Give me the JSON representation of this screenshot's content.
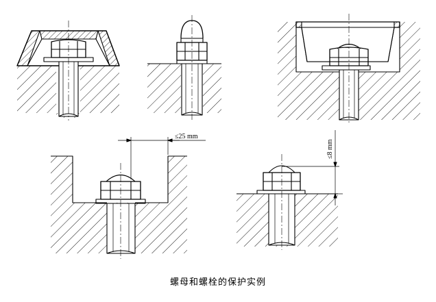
{
  "caption": "螺母和螺栓的保护实例",
  "dimensions": {
    "max_recess": "≤25 mm",
    "max_cap": "≤8 mm"
  },
  "colors": {
    "line": "#000000",
    "background": "#ffffff"
  }
}
